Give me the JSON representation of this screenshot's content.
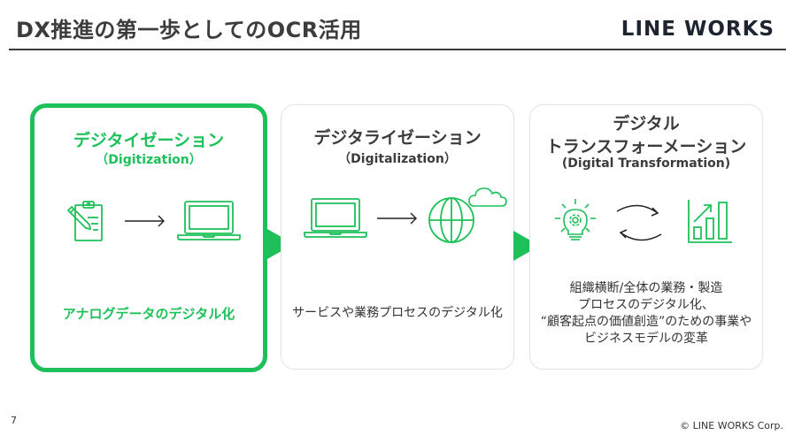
{
  "header": {
    "title": "DX推進の第一歩としてのOCR活用",
    "logo": "LINE WORKS"
  },
  "cards": [
    {
      "title": "デジタイゼーション",
      "subtitle": "（Digitization）",
      "description": "アナログデータのデジタル化",
      "icons": [
        "clipboard-pen-icon",
        "arrow-right-icon",
        "laptop-icon"
      ],
      "active": true
    },
    {
      "title": "デジタライゼーション",
      "subtitle": "（Digitalization）",
      "description": "サービスや業務プロセスのデジタル化",
      "icons": [
        "laptop-icon",
        "arrow-right-icon",
        "globe-icon",
        "cloud-icon"
      ],
      "active": false
    },
    {
      "title_line1": "デジタル",
      "title_line2": "トランスフォーメーション",
      "subtitle": "(Digital Transformation)",
      "description_lines": [
        "組織横断/全体の業務・製造",
        "プロセスのデジタル化、",
        "“顧客起点の価値創造”のための事業や",
        "ビジネスモデルの変革"
      ],
      "icons": [
        "lightbulb-gear-icon",
        "cycle-arrows-icon",
        "growth-chart-icon"
      ],
      "active": false
    }
  ],
  "footer": {
    "page_number": "7",
    "copyright": "© LINE WORKS Corp."
  },
  "colors": {
    "accent": "#1ec05a",
    "text": "#3c3c3c",
    "logo": "#1e2530"
  }
}
